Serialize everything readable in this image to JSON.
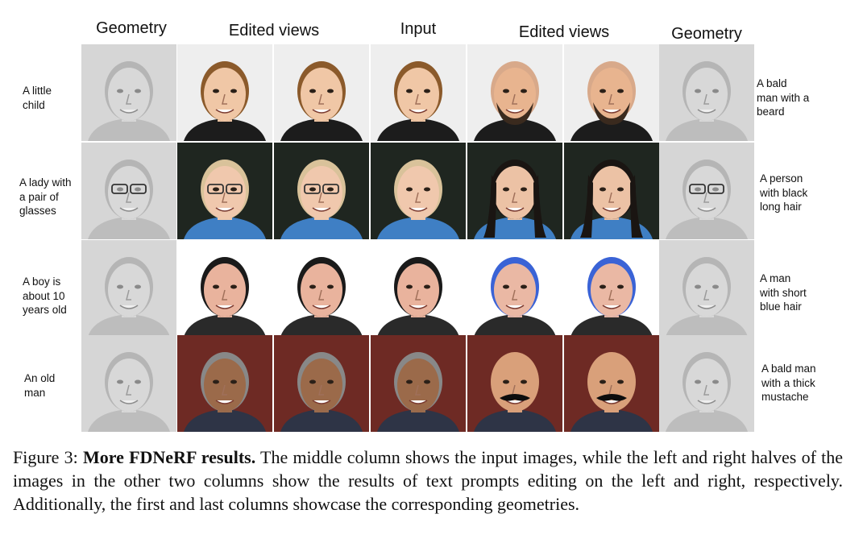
{
  "headers": [
    "Geometry",
    "Edited views",
    "Input",
    "Edited views",
    "Geometry"
  ],
  "rows": [
    {
      "left_prompt": "A little\nchild",
      "right_prompt": "A bald\nman with a\nbeard",
      "colors": {
        "bg": "#eeeeee",
        "skin": "#f0c7a6",
        "hair": "#8b5a2b",
        "shirt": "#1c1c1c",
        "edit_skin": "#e8b48f",
        "edit_hair": "#d8a98a",
        "beard": "#3a2a1e"
      }
    },
    {
      "left_prompt": "A lady with\na pair of\nglasses",
      "right_prompt": "A person\nwith black\nlong hair",
      "colors": {
        "bg": "#1f2620",
        "skin": "#f0c8ad",
        "hair": "#d9c29a",
        "shirt": "#3f7fc4",
        "edit_skin": "#ecc2a5",
        "edit_hair": "#1a1512",
        "beard": ""
      }
    },
    {
      "left_prompt": "A boy is\nabout 10\nyears old",
      "right_prompt": "A man\nwith short\nblue hair",
      "colors": {
        "bg": "#ffffff",
        "skin": "#e9b39d",
        "hair": "#1a1a1a",
        "shirt": "#2a2a2a",
        "edit_skin": "#eab8a4",
        "edit_hair": "#3a63d6",
        "beard": ""
      }
    },
    {
      "left_prompt": "An old\nman",
      "right_prompt": "A bald man\nwith a thick\nmustache",
      "colors": {
        "bg": "#6e2a24",
        "skin": "#9b6a4a",
        "hair": "#888888",
        "shirt": "#2e3446",
        "edit_skin": "#d9a07a",
        "edit_hair": "#d9a07a",
        "beard": ""
      }
    }
  ],
  "caption": {
    "prefix": "Figure 3: ",
    "title": "More FDNeRF results.",
    "body": " The middle column shows the input images, while the left and right halves of the images in the other two columns show the results of text prompts editing on the left and right, respectively. Additionally, the first and last columns showcase the corresponding geometries."
  }
}
